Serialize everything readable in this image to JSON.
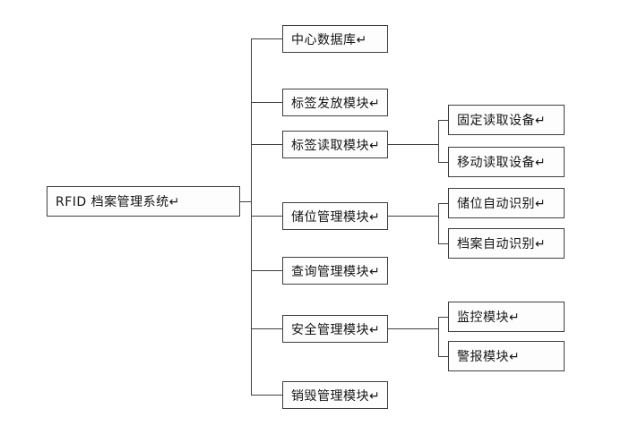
{
  "diagram": {
    "title": "RFID archive management system structure diagram",
    "root": {
      "label": "RFID 档案管理系统↵"
    },
    "branches": [
      {
        "label": "中心数据库↵",
        "children": []
      },
      {
        "label": "标签发放模块↵",
        "children": []
      },
      {
        "label": "标签读取模块↵",
        "children": [
          "固定读取设备↵",
          "移动读取设备↵"
        ]
      },
      {
        "label": "储位管理模块↵",
        "children": [
          "储位自动识别↵",
          "档案自动识别↵"
        ]
      },
      {
        "label": "查询管理模块↵",
        "children": []
      },
      {
        "label": "安全管理模块↵",
        "children": [
          "监控模块↵",
          "警报模块↵"
        ]
      },
      {
        "label": "销毁管理模块↵",
        "children": []
      }
    ],
    "colors": {
      "line": "#3f3f3f",
      "box_border": "#3f3f3f",
      "box_background": "#fdfdfd",
      "text": "#151515",
      "page_background": "#ffffff"
    }
  }
}
